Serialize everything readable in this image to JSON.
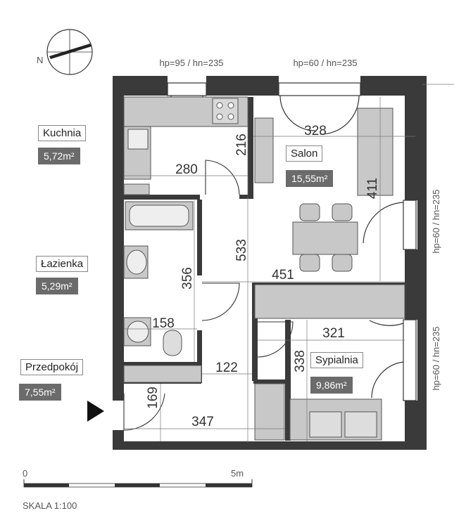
{
  "compass": {
    "north_label": "N"
  },
  "rooms": {
    "kuchnia": {
      "name": "Kuchnia",
      "area": "5,72m²"
    },
    "lazienka": {
      "name": "Łazienka",
      "area": "5,29m²"
    },
    "przedpokoj": {
      "name": "Przedpokój",
      "area": "7,55m²"
    },
    "salon": {
      "name": "Salon",
      "area": "15,55m²"
    },
    "sypialnia": {
      "name": "Sypialnia",
      "area": "9,86m²"
    }
  },
  "windows": {
    "kitchen_top": "hp=95 / hn=235",
    "salon_top": "hp=60 / hn=235",
    "salon_right": "hp=60 / hn=235",
    "bedroom_right": "hp=60 / hn=235"
  },
  "dimensions": {
    "d328": "328",
    "d216": "216",
    "d280": "280",
    "d411": "411",
    "d533": "533",
    "d356": "356",
    "d451": "451",
    "d158": "158",
    "d321": "321",
    "d338": "338",
    "d122": "122",
    "d169": "169",
    "d347": "347"
  },
  "scale": {
    "start": "0",
    "end": "5m",
    "label": "SKALA 1:100"
  },
  "colors": {
    "wall": "#3a3a3a",
    "fixture": "#c8c8c8",
    "label_bg": "#6b6b6b"
  }
}
